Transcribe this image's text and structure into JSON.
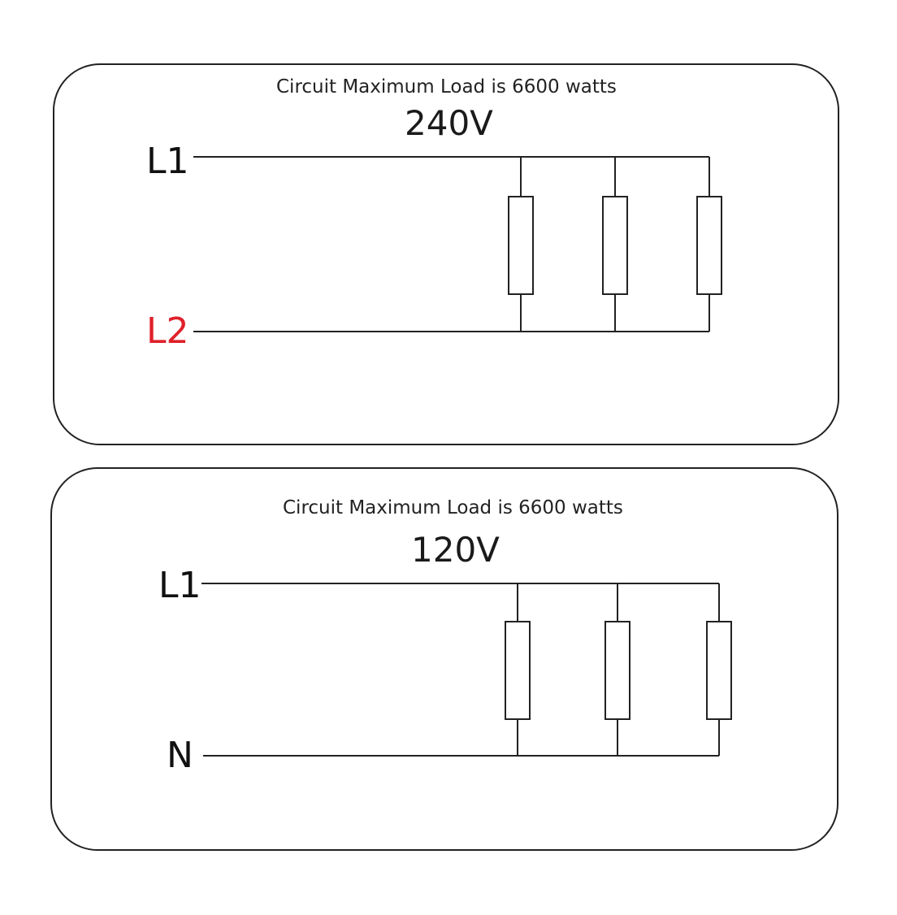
{
  "circuit_240": {
    "heading": "Circuit Maximum Load is 6600 watts",
    "voltage": "240V",
    "terminal_top": "L1",
    "terminal_bottom": "L2",
    "terminal_bottom_color": "#e0202a",
    "resistor_count": 3
  },
  "circuit_120": {
    "heading": "Circuit Maximum Load is 6600 watts",
    "voltage": "120V",
    "terminal_top": "L1",
    "terminal_bottom": "N",
    "resistor_count": 3
  },
  "colors": {
    "wire": "#222222",
    "border": "#222222",
    "background": "#ffffff"
  }
}
